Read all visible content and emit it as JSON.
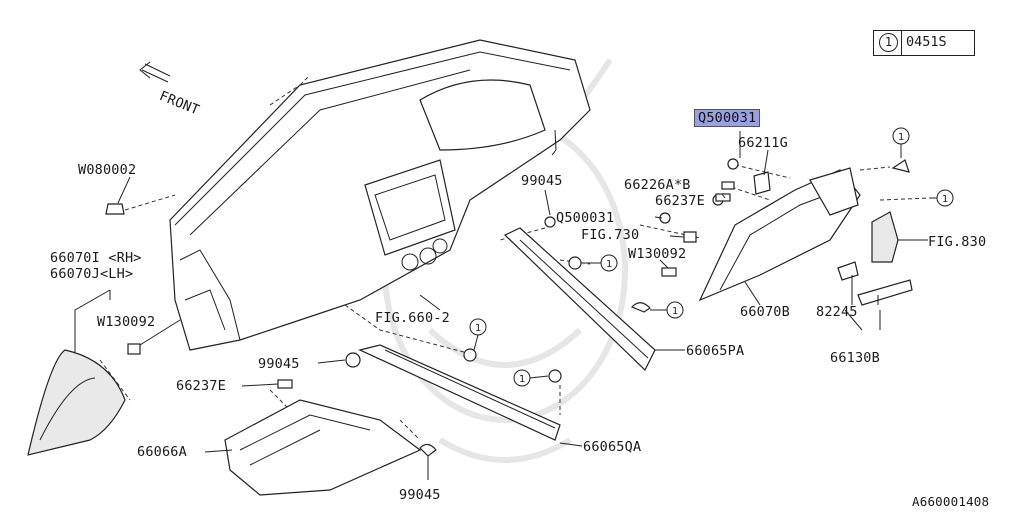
{
  "header": {
    "ref_number": "1",
    "code": "0451S"
  },
  "front_label": "FRONT",
  "callout_number": "1",
  "parts": {
    "p_q500031_top": "Q500031",
    "p_66211g": "66211G",
    "p_w080002": "W080002",
    "p_99045_top": "99045",
    "p_66226a": "66226A*B",
    "p_66237e_top": "66237E",
    "p_q500031_mid": "Q500031",
    "p_fig730": "FIG.730",
    "p_w130092_mid": "W130092",
    "p_fig830": "FIG.830",
    "p_66070i": "66070I <RH>",
    "p_66070j": "66070J<LH>",
    "p_w130092_left": "W130092",
    "p_fig660": "FIG.660-2",
    "p_66070b": "66070B",
    "p_82245": "82245",
    "p_66065pa": "66065PA",
    "p_66130b": "66130B",
    "p_99045_mid": "99045",
    "p_66237e_low": "66237E",
    "p_66066a": "66066A",
    "p_66065qa": "66065QA",
    "p_99045_low": "99045"
  },
  "figure_id": "A660001408"
}
